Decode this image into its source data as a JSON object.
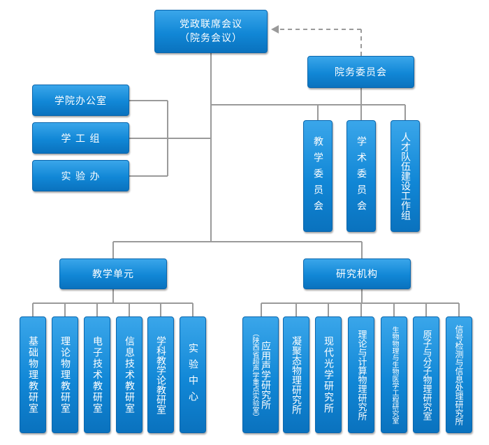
{
  "top": {
    "line1": "党政联席会议",
    "line2": "（院务会议）"
  },
  "committee": "院务委员会",
  "left_offices": [
    "学院办公室",
    "学 工 组",
    "实 验 办"
  ],
  "committees": [
    "教学委员会",
    "学术委员会",
    "人才队伍建设工作组"
  ],
  "teaching_unit": "教学单元",
  "research_unit": "研究机构",
  "teaching_labs": [
    "基础物理教研室",
    "理论物理教研室",
    "电子技术教研室",
    "信息技术教研室",
    "学科教学论教研室",
    "实验中心"
  ],
  "research_labs": [
    {
      "main": "应用声学研究所",
      "sub": "（陕西省超声学重点实验室）"
    },
    {
      "main": "凝聚态物理研究所",
      "sub": ""
    },
    {
      "main": "现代光学研究所",
      "sub": ""
    },
    {
      "main": "理论与计算物理研究所",
      "sub": ""
    },
    {
      "main": "生物物理与生物医学工程研究室",
      "sub": ""
    },
    {
      "main": "原子与分子物理研究室",
      "sub": ""
    },
    {
      "main": "信号检测与信息处理研究所",
      "sub": ""
    }
  ]
}
